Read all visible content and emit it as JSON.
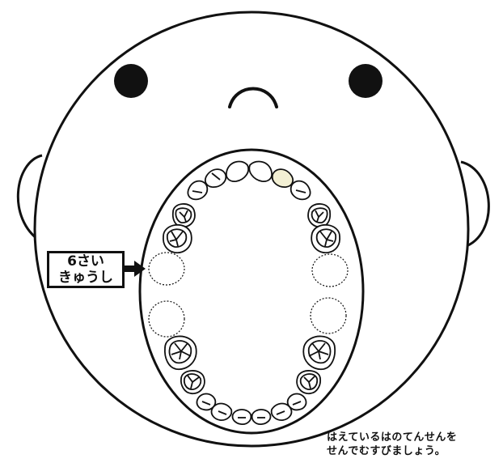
{
  "label": {
    "line1": "6さい",
    "line2": "きゅうし"
  },
  "instruction": {
    "line1": "はえているはのてんせんを",
    "line2": "せんでむすびましょう。"
  },
  "colors": {
    "line": "#111111",
    "background": "#ffffff",
    "tooth_highlight": "#f3f0d4"
  },
  "icons": {
    "arrow": "arrow-right-icon"
  }
}
